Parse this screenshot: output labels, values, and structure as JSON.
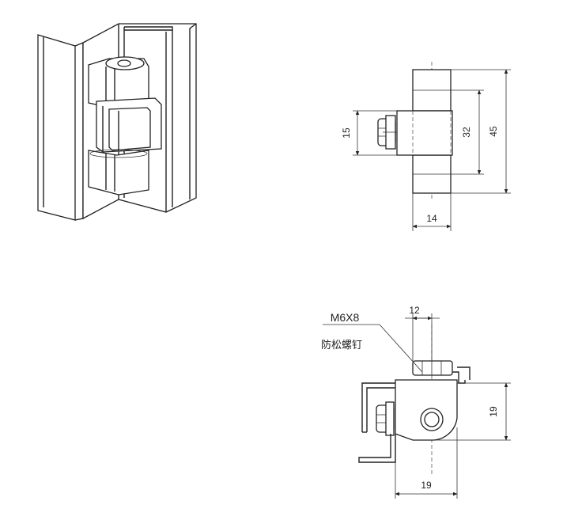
{
  "front_view": {
    "dims": {
      "width": "14",
      "height_total": "45",
      "height_inner": "32",
      "base_height": "15"
    }
  },
  "side_view": {
    "screw_label": "M6X8",
    "screw_desc": "防松螺钉",
    "dims": {
      "top_width": "12",
      "height": "19",
      "bottom_width": "19"
    }
  }
}
